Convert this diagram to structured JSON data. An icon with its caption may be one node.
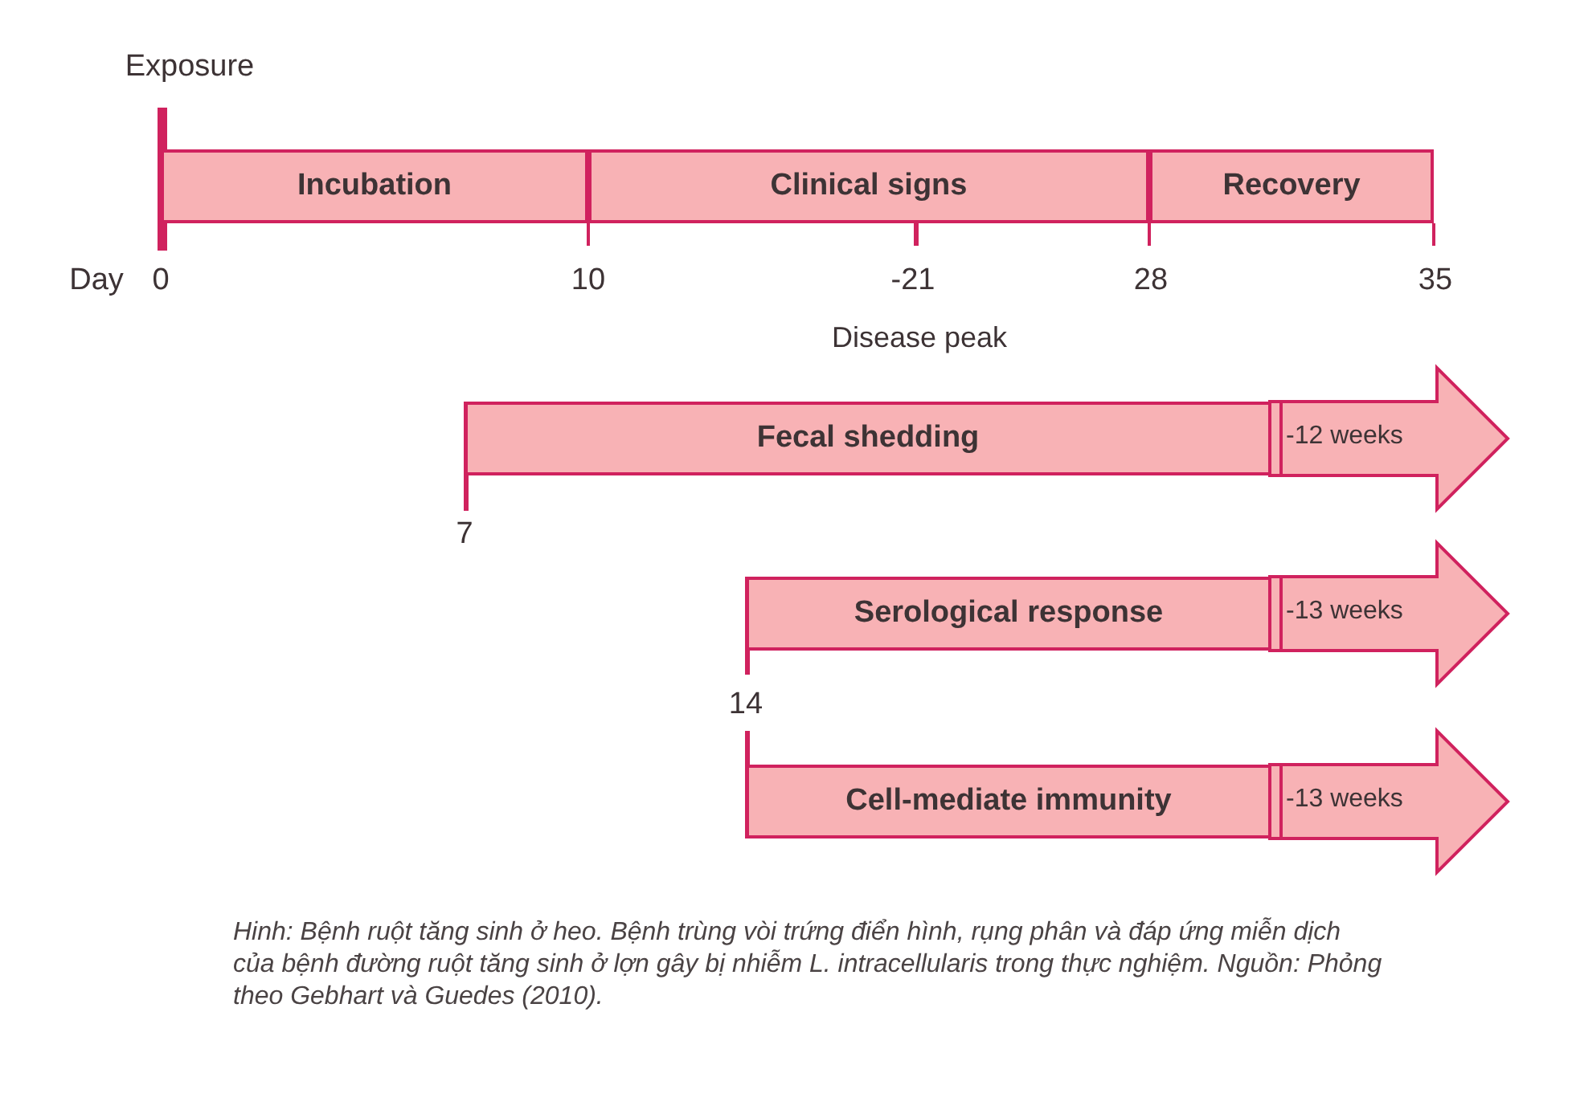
{
  "diagram": {
    "caption": "Hinh: Bệnh ruột tăng sinh ở heo. Bệnh trùng vòi trứng điển hình, rụng phân và đáp ứng miễn dịch của bệnh đường ruột tăng sinh ở lợn gây bị nhiễm L. intracellularis trong thực nghiệm. Nguồn: Phỏng theo Gebhart và Guedes (2010).",
    "nodes": [
      {
        "text": [
          "Incubation"
        ]
      },
      {
        "text": [
          "Clinical signs"
        ]
      },
      {
        "text": [
          "Recovery"
        ]
      },
      {
        "text": [
          "Fecal shedding"
        ],
        "beside": [
          "7"
        ]
      },
      {
        "text": [
          "-12 weeks"
        ]
      },
      {
        "text": [
          "Serological response"
        ],
        "beside": [
          "14"
        ]
      },
      {
        "text": [
          "-13 weeks"
        ]
      },
      {
        "text": [
          "Cell-mediate immunity"
        ]
      },
      {
        "text": [
          "-13 weeks"
        ]
      }
    ],
    "edges": [],
    "labels": [
      "Exposure",
      "Day",
      "0",
      "10",
      "-21",
      "28",
      "35",
      "Disease peak"
    ]
  }
}
